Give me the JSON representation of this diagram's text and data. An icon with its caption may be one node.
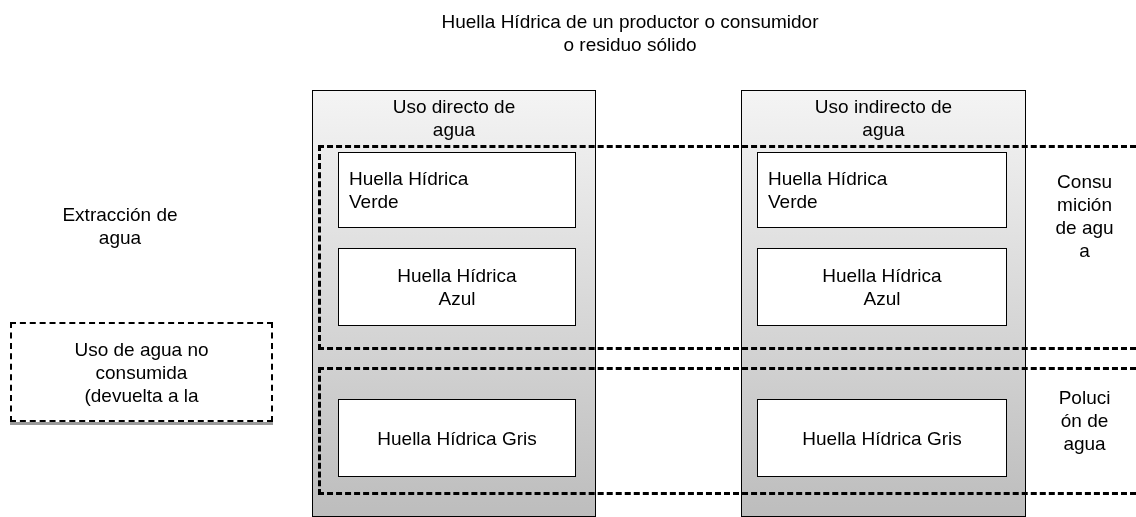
{
  "diagram": {
    "title": "Huella Hídrica de un productor o consumidor o residuo sólido",
    "nodes": [
      {
        "text": [
          "Uso directo de agua"
        ]
      },
      {
        "text": [
          "Huella Hídrica Verde"
        ]
      },
      {
        "text": [
          "Huella Hídrica Azul"
        ]
      },
      {
        "text": [
          "Huella Hídrica Gris"
        ]
      },
      {
        "text": [
          "Uso indirecto de agua"
        ]
      },
      {
        "text": [
          "Huella Hídrica Verde"
        ]
      },
      {
        "text": [
          "Huella Hídrica Azul"
        ]
      },
      {
        "text": [
          "Huella Hídrica Gris"
        ]
      },
      {
        "text": [
          "Consumición de agua"
        ]
      },
      {
        "text": [
          "Polución de agua"
        ]
      },
      {
        "text": [
          "Uso de agua no consumida (devuelta a la"
        ]
      }
    ],
    "labels": [
      "Extracción de agua"
    ]
  }
}
